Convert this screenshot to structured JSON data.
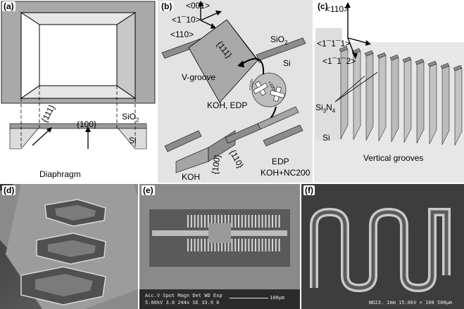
{
  "panels": {
    "a": {
      "tag": "(a)",
      "plane111": "{111}",
      "plane100": "{100}",
      "sio2": "SiO",
      "sio2_sub": "2",
      "si": "Si",
      "caption": "Diaphragm"
    },
    "b": {
      "tag": "(b)",
      "dir001": "<001>",
      "dir1m10": "<1¯10>",
      "dir110": "<110>",
      "plane111": "{111}",
      "sio2": "SiO",
      "sio2_sub": "2",
      "si": "Si",
      "vgroove": "V-groove",
      "etch1": "KOH, EDP",
      "wafer_a": "<110>",
      "wafer_b": "<100>",
      "koh": "KOH",
      "plane100": "{100}",
      "plane110": "{110}",
      "edp": "EDP",
      "kohnc": "KOH+NC200"
    },
    "c": {
      "tag": "(c)",
      "dir110": "<110>",
      "dir1m1m1": "<1¯1¯1>",
      "dir1m12": "<1¯1¯2>",
      "si3n4_main": "Si",
      "si3n4_sub1": "3",
      "si3n4_mid": "N",
      "si3n4_sub2": "4",
      "si": "Si",
      "caption": "Vertical grooves"
    },
    "d": {
      "tag": "(d)"
    },
    "e": {
      "tag": "(e)",
      "sem_line1": "Acc.V   Spot  Magn  Det  WD  Exp",
      "sem_line2": "5.00kV  3.0   244x   SE   33.9  0",
      "scale": "100μm"
    },
    "f": {
      "tag": "(f)",
      "sem_info": "WD23. 1mm 15.0kV × 100  500μm"
    }
  }
}
